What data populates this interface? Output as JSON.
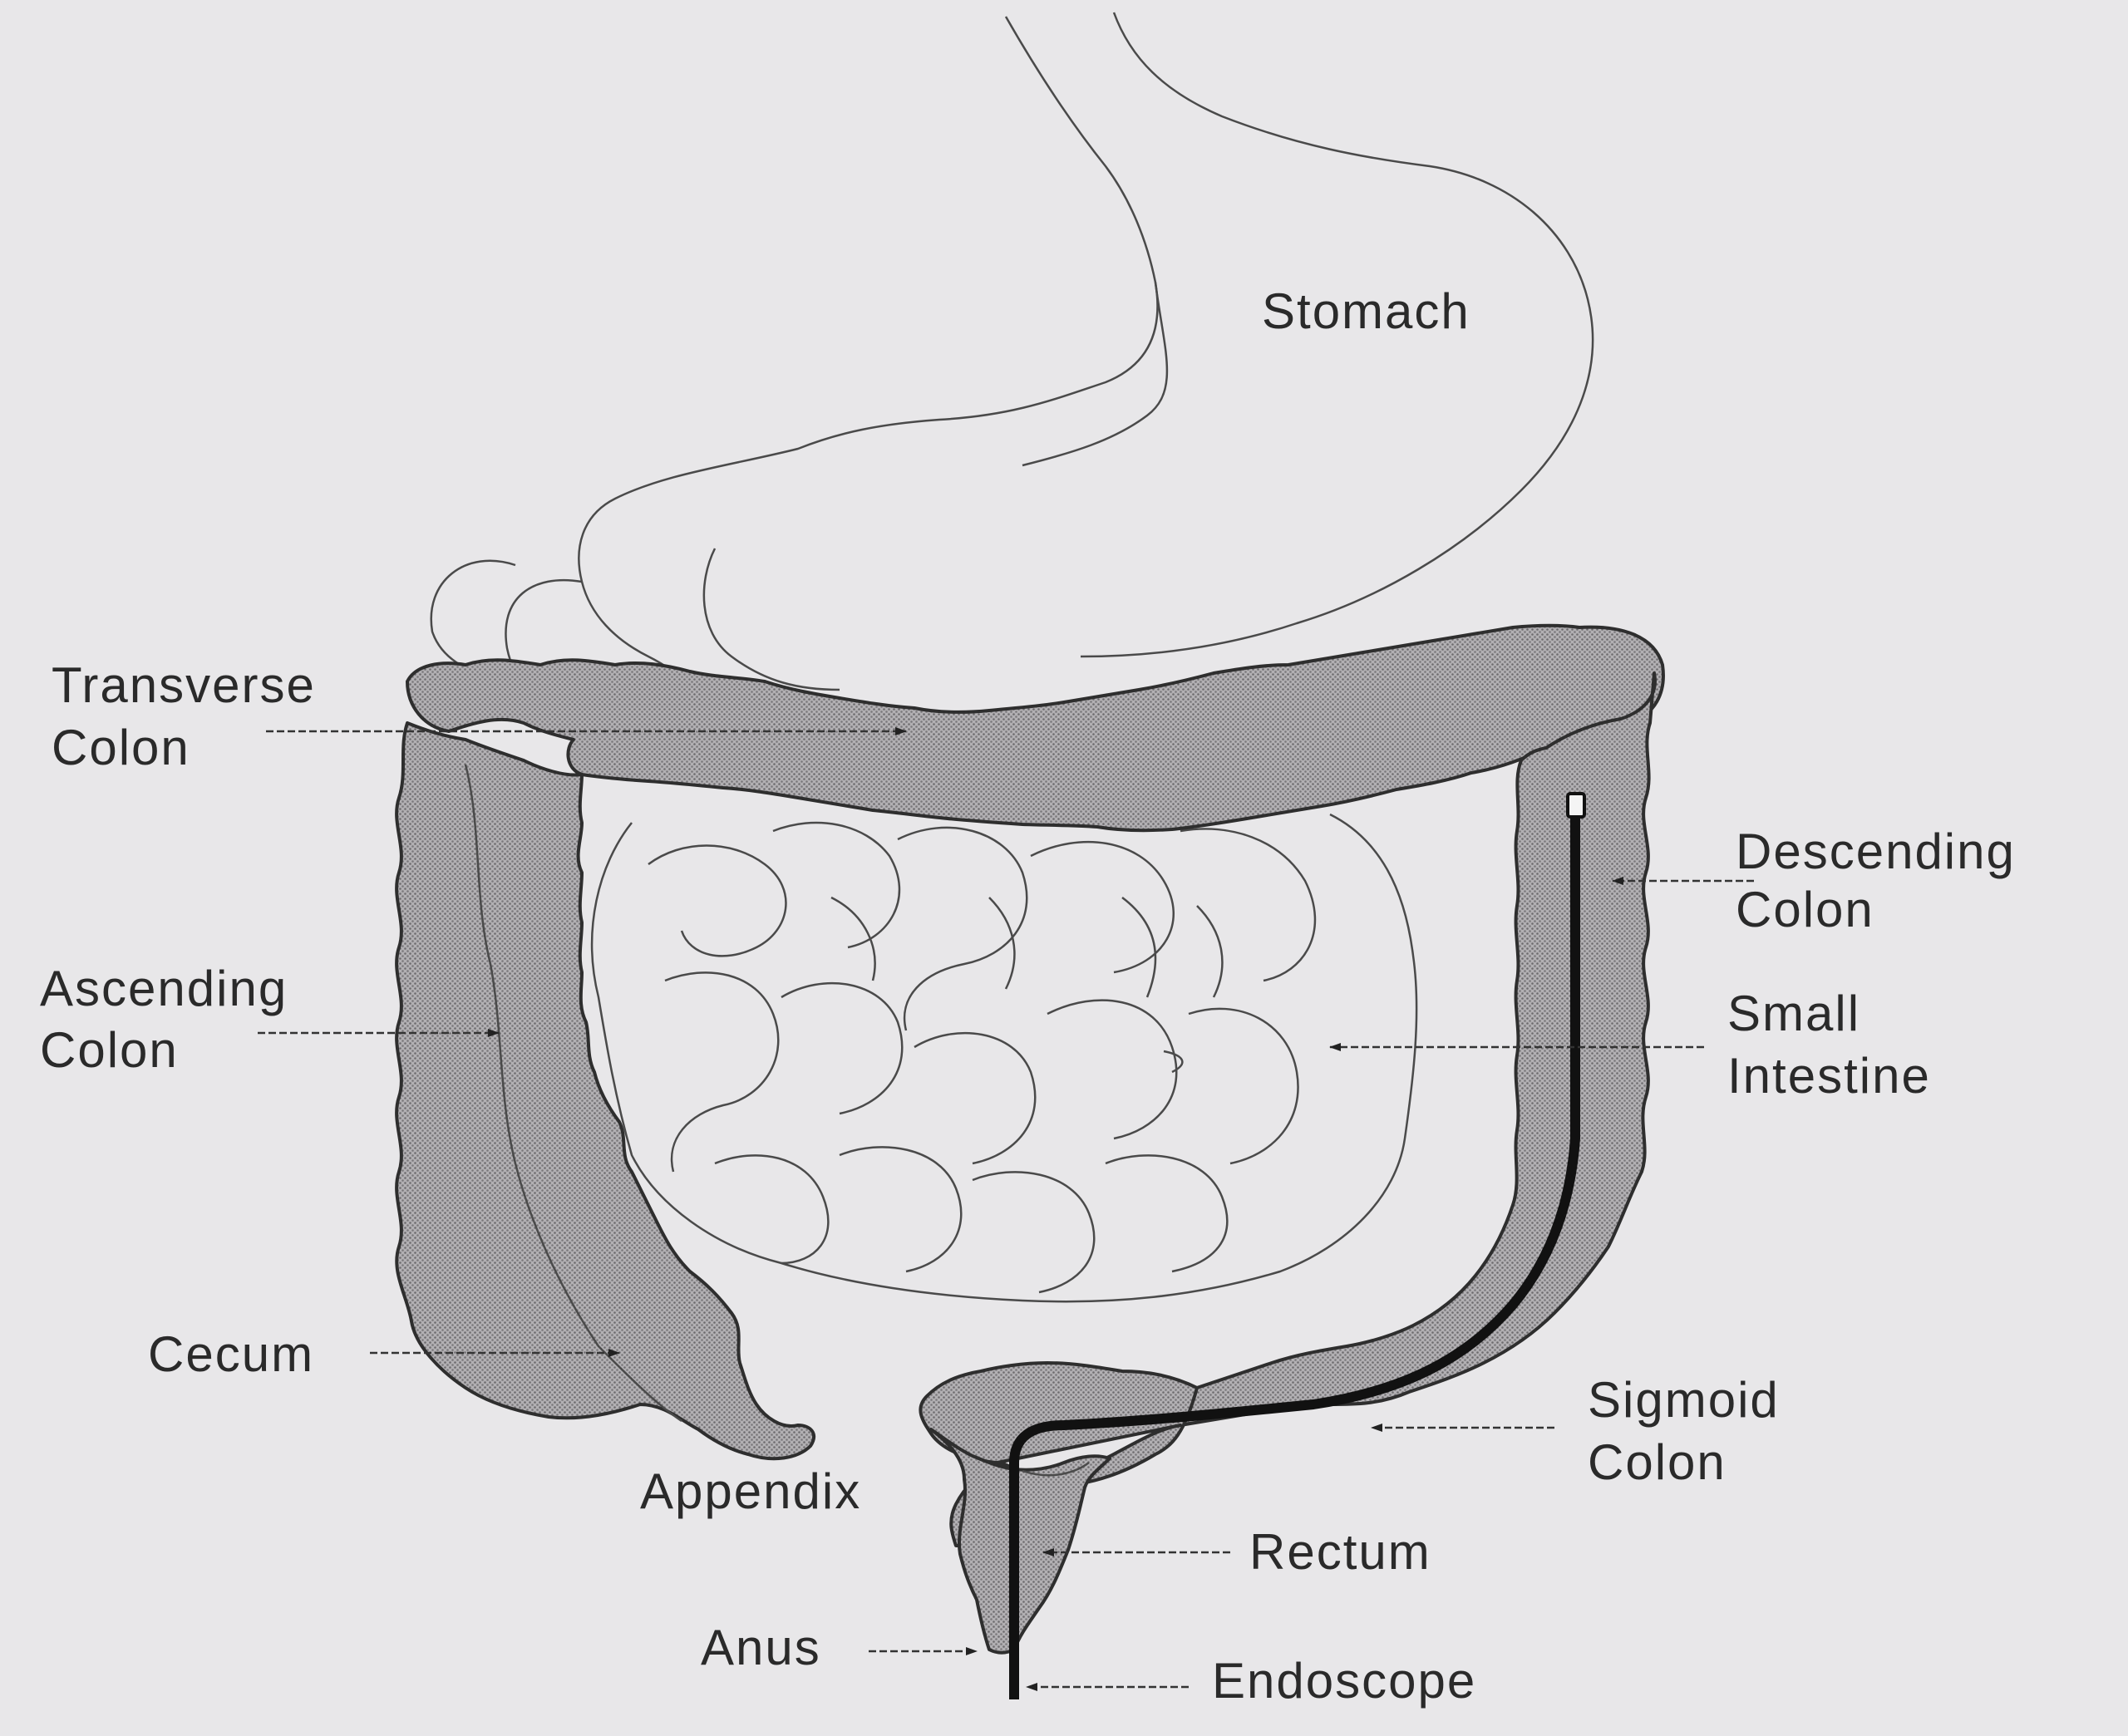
{
  "labels": {
    "stomach": "Stomach",
    "transverse_1": "Transverse",
    "transverse_2": "Colon",
    "ascending_1": "Ascending",
    "ascending_2": "Colon",
    "descending_1": "Descending",
    "descending_2": "Colon",
    "small_1": "Small",
    "small_2": "Intestine",
    "cecum": "Cecum",
    "appendix": "Appendix",
    "sigmoid_1": "Sigmoid",
    "sigmoid_2": "Colon",
    "rectum": "Rectum",
    "anus": "Anus",
    "endoscope": "Endoscope"
  },
  "colors": {
    "background": "#e8e7e9",
    "colon_fill": "#a9a7aa",
    "outline": "#2e2e2e",
    "endoscope": "#111111"
  }
}
